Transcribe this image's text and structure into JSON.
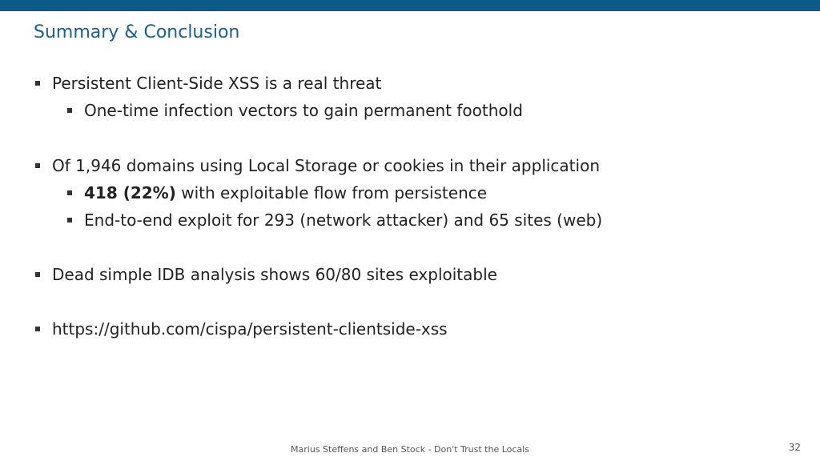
{
  "slide": {
    "title": "Summary & Conclusion",
    "bullets": [
      "Persistent Client-Side XSS is a real threat",
      "One-time infection vectors to gain permanent foothold",
      "Of 1,946 domains using Local Storage or cookies in their application",
      {
        "bold": "418 (22%)",
        "rest": " with exploitable flow from persistence"
      },
      "End-to-end exploit for 293 (network attacker) and 65 sites (web)",
      "Dead simple IDB analysis shows 60/80 sites exploitable",
      "https://github.com/cispa/persistent-clientside-xss"
    ]
  },
  "footer": {
    "text": "Marius Steffens and Ben Stock - Don't Trust the Locals",
    "page_number": "32"
  }
}
